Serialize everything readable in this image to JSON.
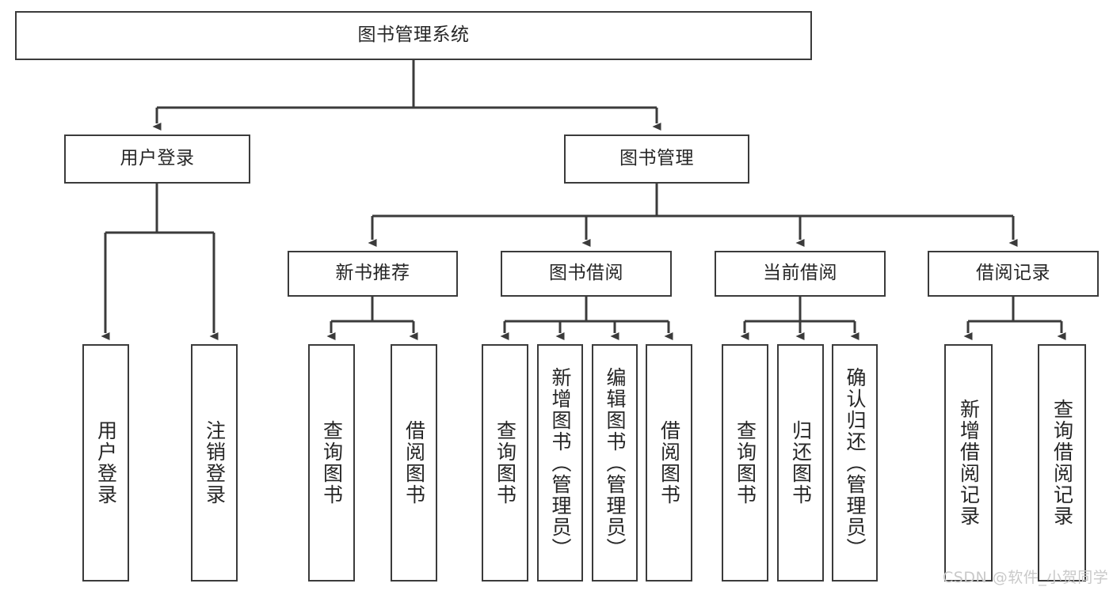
{
  "diagram": {
    "title": "图书管理系统",
    "type": "tree-hierarchy",
    "watermark": "CSDN @软件_小贺同学",
    "colors": {
      "stroke": "#3b3b3b",
      "text": "#262626",
      "background": "#ffffff",
      "watermark": "#c9c9c9"
    },
    "nodes": {
      "root": {
        "label": "图书管理系统"
      },
      "level2": [
        {
          "id": "user-login",
          "label": "用户登录"
        },
        {
          "id": "book-management",
          "label": "图书管理"
        }
      ],
      "level3": [
        {
          "id": "new-book-recommend",
          "label": "新书推荐"
        },
        {
          "id": "book-borrow",
          "label": "图书借阅"
        },
        {
          "id": "current-borrow",
          "label": "当前借阅"
        },
        {
          "id": "borrow-record",
          "label": "借阅记录"
        }
      ],
      "leaves": {
        "user_login": [
          {
            "id": "leaf-user-login",
            "label": "用户登录"
          },
          {
            "id": "leaf-logout-login",
            "label": "注销登录"
          }
        ],
        "new_book_recommend": [
          {
            "id": "leaf-query-book-1",
            "label": "查询图书"
          },
          {
            "id": "leaf-borrow-book-1",
            "label": "借阅图书"
          }
        ],
        "book_borrow": [
          {
            "id": "leaf-query-book-2",
            "label": "查询图书"
          },
          {
            "id": "leaf-add-book",
            "label": "新增图书（管理员）"
          },
          {
            "id": "leaf-edit-book",
            "label": "编辑图书（管理员）"
          },
          {
            "id": "leaf-borrow-book-2",
            "label": "借阅图书"
          }
        ],
        "current_borrow": [
          {
            "id": "leaf-query-book-3",
            "label": "查询图书"
          },
          {
            "id": "leaf-return-book",
            "label": "归还图书"
          },
          {
            "id": "leaf-confirm-return",
            "label": "确认归还（管理员）"
          }
        ],
        "borrow_record": [
          {
            "id": "leaf-add-record",
            "label": "新增借阅记录"
          },
          {
            "id": "leaf-query-record",
            "label": "查询借阅记录"
          }
        ]
      }
    }
  }
}
